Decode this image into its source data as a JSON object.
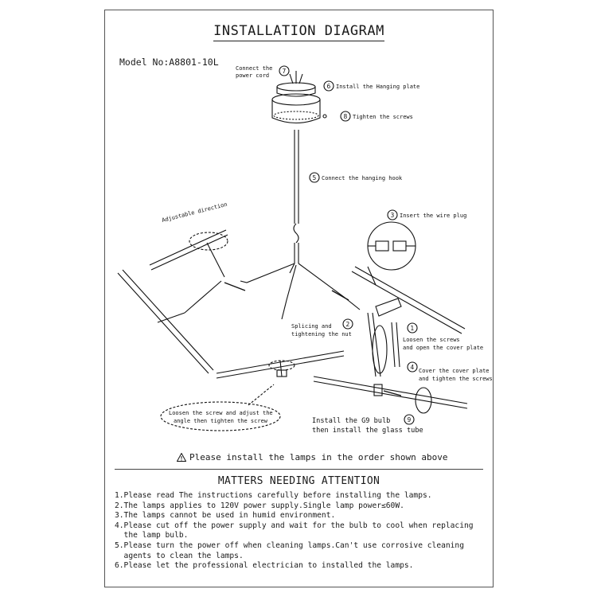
{
  "title": "INSTALLATION DIAGRAM",
  "model": "Model No:A8801-10L",
  "steps": {
    "s7": {
      "num": "7",
      "label1": "Connect the",
      "label2": "power cord"
    },
    "s6": {
      "num": "6",
      "label": "Install the Hanging plate"
    },
    "s8": {
      "num": "8",
      "label": "Tighten the screws"
    },
    "s5": {
      "num": "5",
      "label": "Connect the hanging hook"
    },
    "s3": {
      "num": "3",
      "label": "Insert the wire plug"
    },
    "s2": {
      "num": "2",
      "label1": "Splicing and",
      "label2": "tightening the nut"
    },
    "s1": {
      "num": "1",
      "label1": "Loosen the screws",
      "label2": "and open the cover plate"
    },
    "s4": {
      "num": "4",
      "label1": "Cover the cover plate",
      "label2": "and tighten the screws"
    },
    "s9": {
      "num": "9",
      "label1": "Install the G9 bulb",
      "label2": "then install the glass tube"
    }
  },
  "adjustable": "Adjustable direction",
  "loosen_note1": "Loosen the screw and adjust the",
  "loosen_note2": "angle then tighten the screw",
  "warning": "Please install the lamps in the order shown above",
  "matters_title": "MATTERS NEEDING ATTENTION",
  "notes": [
    "1.Please read The instructions carefully before installing the lamps.",
    "2.The lamps applies to 120V power supply.Single lamp power≤60W.",
    "3.The lamps cannot be used in humid environment.",
    "4.Please cut off the power supply and wait for the bulb to cool when replacing",
    "  the lamp bulb.",
    "5.Please turn the power off when cleaning lamps.Can't use corrosive cleaning",
    "  agents to clean the lamps.",
    "6.Please let the professional electrician to installed the lamps."
  ]
}
